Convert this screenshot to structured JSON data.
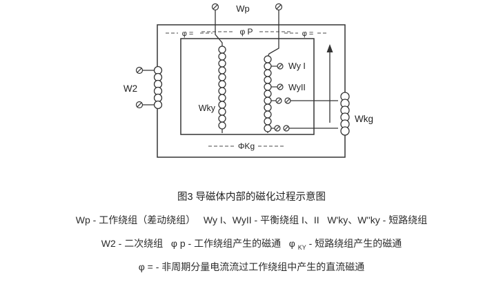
{
  "diagram": {
    "labels": {
      "wp": "Wp",
      "phi_p": "φ P",
      "phi_eq_left": "φ =",
      "phi_eq_right": "φ =",
      "w2": "W2",
      "wky": "Wky",
      "wy1": "Wy I",
      "wy2": "WyII",
      "wkg": "Wkg",
      "phi_kg": "ΦKg"
    }
  },
  "caption": "图3 导磁体内部的磁化过程示意图",
  "legend": {
    "line1": "Wp - 工作绕组（差动绕组）   Wy I、WyII - 平衡绕组 I、II   W'ky、W''ky - 短路绕组",
    "line2_part1": "W2 - 二次绕组   φ p - 工作绕组产生的磁通   φ ",
    "line2_sub": "KY",
    "line2_part2": " - 短路绕组产生的磁通",
    "line3": "φ = - 非周期分量电流流过工作绕组中产生的直流磁通"
  }
}
